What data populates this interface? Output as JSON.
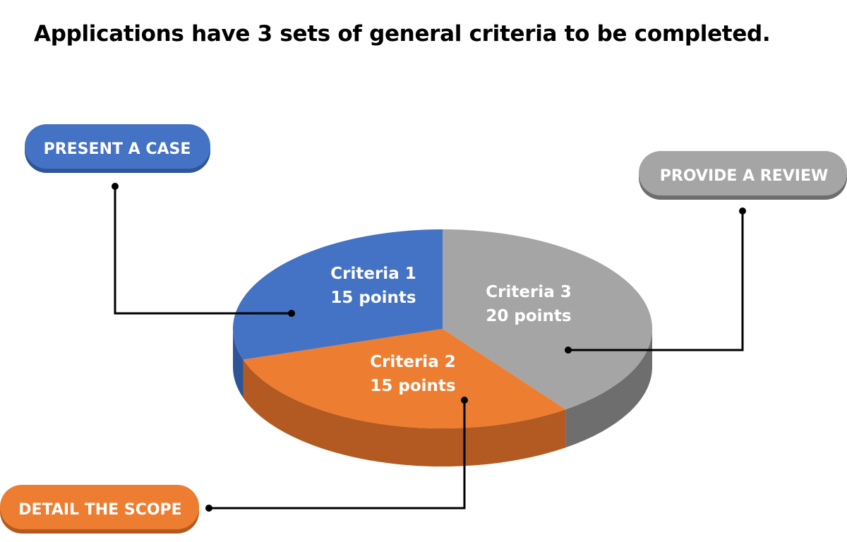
{
  "title": "Applications have 3 sets of general criteria to be completed.",
  "chart_data": {
    "type": "pie",
    "title": "Applications have 3 sets of general criteria to be completed.",
    "style": "3d-tilted",
    "slices": [
      {
        "label": "Criteria 1",
        "value": 15,
        "value_label": "15 points",
        "callout": "PRESENT A CASE",
        "color": "#4472C4",
        "side_color": "#2F5597"
      },
      {
        "label": "Criteria 2",
        "value": 15,
        "value_label": "15 points",
        "callout": "DETAIL THE SCOPE",
        "color": "#ED7D31",
        "side_color": "#B25A22"
      },
      {
        "label": "Criteria 3",
        "value": 20,
        "value_label": "20 points",
        "callout": "PROVIDE A REVIEW",
        "color": "#A5A5A5",
        "side_color": "#6E6E6E"
      }
    ]
  }
}
